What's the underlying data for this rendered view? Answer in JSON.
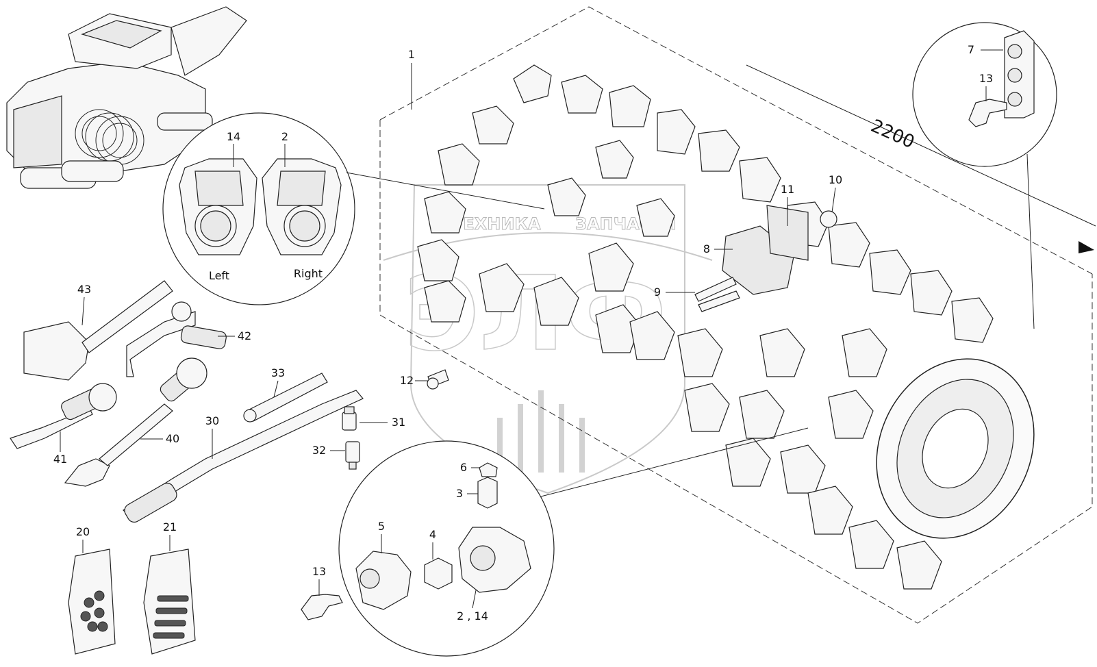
{
  "labels": {
    "n1": "1",
    "n2": "2",
    "n3": "3",
    "n4": "4",
    "n5": "5",
    "n6": "6",
    "n7": "7",
    "n8": "8",
    "n9": "9",
    "n10": "10",
    "n11": "11",
    "n12": "12",
    "n13a": "13",
    "n13b": "13",
    "n14": "14",
    "n2_14": "2 , 14",
    "n20": "20",
    "n21": "21",
    "n30": "30",
    "n31": "31",
    "n32": "32",
    "n33": "33",
    "n40": "40",
    "n41": "41",
    "n42": "42",
    "n43": "43"
  },
  "holder_left": "Left",
  "holder_right": "Right",
  "dimension": "2200",
  "watermark": {
    "brand_line1": "ТЕХНИКА",
    "brand_line2": "ЗАПЧАСТИ",
    "monogram": "ЭЛФ"
  }
}
